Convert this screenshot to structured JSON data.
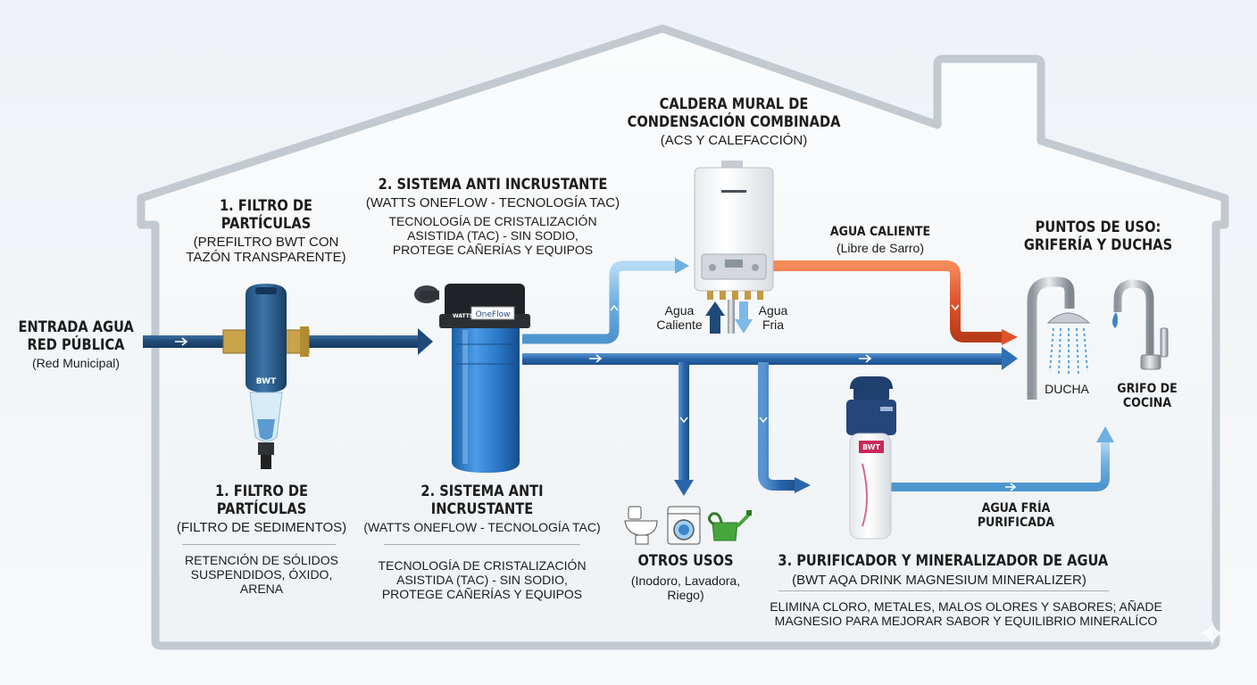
{
  "entrada": {
    "title_l1": "ENTRADA AGUA",
    "title_l2": "RED PÚBLICA",
    "sub": "(Red Municipal)"
  },
  "filtro_top": {
    "title_l1": "1. FILTRO DE",
    "title_l2": "PARTÍCULAS",
    "sub_l1": "(PREFILTRO BWT CON",
    "sub_l2": "TAZÓN TRANSPARENTE)"
  },
  "filtro_bottom": {
    "title_l1": "1. FILTRO DE",
    "title_l2": "PARTÍCULAS",
    "sub": "(FILTRO DE SEDIMENTOS)",
    "desc_l1": "RETENCIÓN DE SÓLIDOS",
    "desc_l2": "SUSPENDIDOS, ÓXIDO,",
    "desc_l3": "ARENA"
  },
  "anti_top": {
    "title": "2. SISTEMA ANTI INCRUSTANTE",
    "sub": "(WATTS ONEFLOW - TECNOLOGÍA TAC)",
    "desc_l1": "TECNOLOGÍA DE CRISTALIZACIÓN",
    "desc_l2": "ASISTIDA (TAC) - SIN SODIO,",
    "desc_l3": "PROTEGE CAÑERÍAS Y EQUIPOS"
  },
  "anti_bottom": {
    "title_l1": "2. SISTEMA ANTI",
    "title_l2": "INCRUSTANTE",
    "sub": "(WATTS ONEFLOW - TECNOLOGÍA TAC)",
    "desc_l1": "TECNOLOGÍA DE CRISTALIZACIÓN",
    "desc_l2": "ASISTIDA (TAC) - SIN SODIO,",
    "desc_l3": "PROTEGE CAÑERÍAS Y EQUIPOS"
  },
  "caldera": {
    "title_l1": "CALDERA MURAL DE",
    "title_l2": "CONDENSACIÓN COMBINADA",
    "sub": "(ACS Y CALEFACCIÓN)",
    "agua_caliente_l1": "Agua",
    "agua_caliente_l2": "Caliente",
    "agua_fria_l1": "Agua",
    "agua_fria_l2": "Fria"
  },
  "agua_caliente": {
    "title": "AGUA CALIENTE",
    "sub": "(Libre de Sarro)"
  },
  "puntos": {
    "title_l1": "PUNTOS DE USO:",
    "title_l2": "GRIFERÍA Y DUCHAS",
    "ducha": "DUCHA",
    "grifo_l1": "GRIFO DE",
    "grifo_l2": "COCINA"
  },
  "otros": {
    "title": "OTROS USOS",
    "sub_l1": "(Inodoro, Lavadora,",
    "sub_l2": "Riego)"
  },
  "purificador": {
    "title": "3. PURIFICADOR Y MINERALIZADOR DE AGUA",
    "sub": "(BWT AQA DRINK MAGNESIUM MINERALIZER)",
    "desc_l1": "ELIMINA CLORO, METALES, MALOS OLORES Y SABORES; AÑADE",
    "desc_l2": "MAGNESIO PARA MEJORAR SABOR Y EQUILIBRIO MINERALÍCO"
  },
  "agua_fria_purificada": {
    "title_l1": "AGUA FRÍA",
    "title_l2": "PURIFICADA"
  },
  "devices": {
    "bwt_label": "BWT",
    "oneflow_label": "OneFlow",
    "watts_label": "WATTS",
    "purifier_label": "BWT"
  },
  "colors": {
    "pipe_dark": "#1f4a78",
    "pipe_blue": "#2f6fb5",
    "pipe_light": "#7db8e8",
    "pipe_hot": "#e0532a",
    "house_outline": "#c3c9d0"
  }
}
